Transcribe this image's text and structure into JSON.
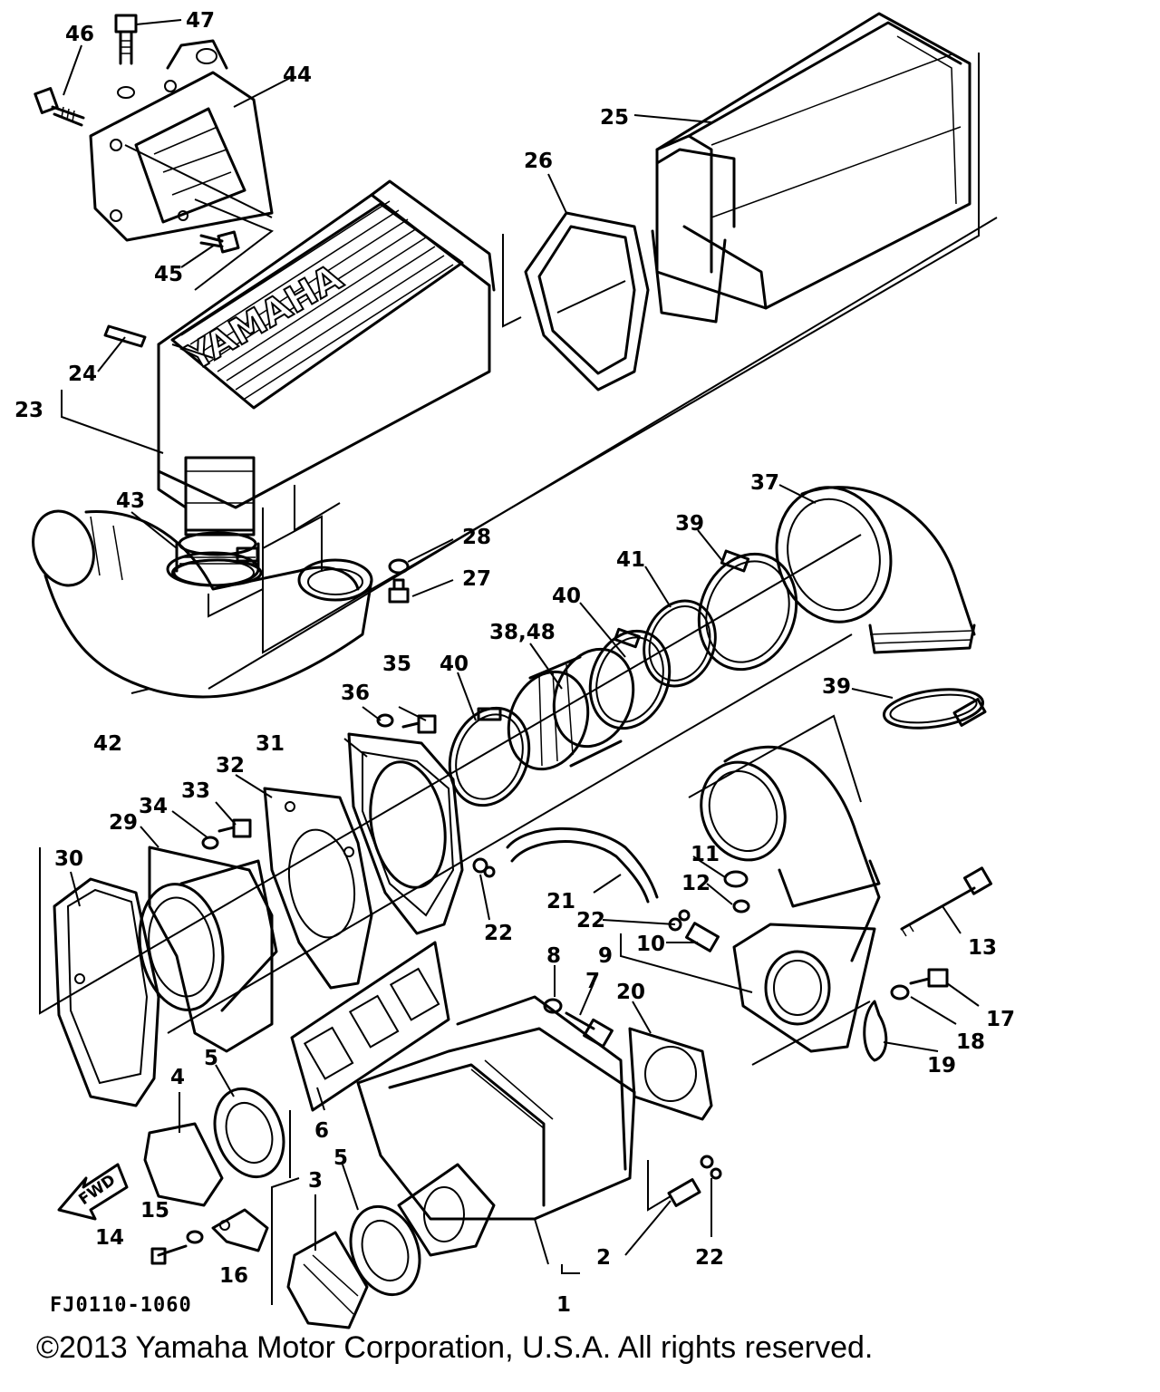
{
  "diagram": {
    "callouts": [
      "1",
      "2",
      "3",
      "4",
      "5",
      "5",
      "6",
      "7",
      "8",
      "9",
      "10",
      "11",
      "12",
      "13",
      "14",
      "15",
      "16",
      "17",
      "18",
      "19",
      "20",
      "21",
      "22",
      "22",
      "22",
      "23",
      "24",
      "25",
      "26",
      "27",
      "28",
      "29",
      "30",
      "31",
      "32",
      "33",
      "34",
      "35",
      "36",
      "37",
      "38,48",
      "39",
      "39",
      "40",
      "40",
      "41",
      "42",
      "43",
      "44",
      "45",
      "46",
      "47"
    ],
    "drawing_code": "FJ0110-1060",
    "brand_text": "YAMAHA",
    "direction_label": "FWD"
  },
  "footer": {
    "copyright": "©2013 Yamaha Motor Corporation, U.S.A. All rights reserved."
  }
}
